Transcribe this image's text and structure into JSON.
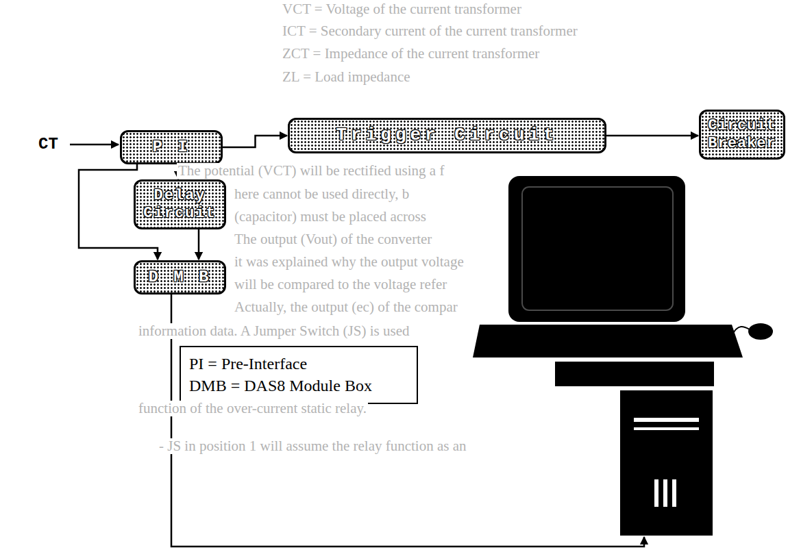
{
  "diagram": {
    "nodes": [
      {
        "text": [
          "P I"
        ]
      },
      {
        "text": [
          "Trigger Circuit"
        ]
      },
      {
        "text": [
          "Circuit Breaker"
        ]
      },
      {
        "text": [
          "Delay Circuit"
        ]
      },
      {
        "text": [
          "D M B"
        ]
      },
      {
        "text": [
          "PI = Pre-Interface",
          "DMB = DAS8 Module Box"
        ]
      }
    ],
    "edges": [
      {
        "from": 0,
        "to": 1,
        "arrow": "to"
      },
      {
        "from": 1,
        "to": 2,
        "arrow": "to"
      },
      {
        "from": 0,
        "to": 3,
        "arrow": "to"
      },
      {
        "from": 0,
        "to": 4,
        "arrow": "to"
      },
      {
        "from": 3,
        "to": 4,
        "arrow": "to"
      }
    ],
    "labels": [
      "VCT = Voltage of the current transformer",
      "ICT = Secondary current of the current transformer",
      "ZCT = Impedance of the current transformer",
      "ZL = Load impedance",
      "CT",
      "The potential (VCT) will be rectified using a f",
      "here cannot be used directly, b",
      "(capacitor) must be placed across",
      "The output (Vout) of the converter",
      "it was explained why the output voltage",
      "will be compared to the voltage refer",
      "Actually, the output (ec) of the compar",
      "information data. A Jumper Switch (JS) is used",
      "function of the over-current static relay.",
      "- JS in position 1 will assume the relay function as an"
    ]
  }
}
